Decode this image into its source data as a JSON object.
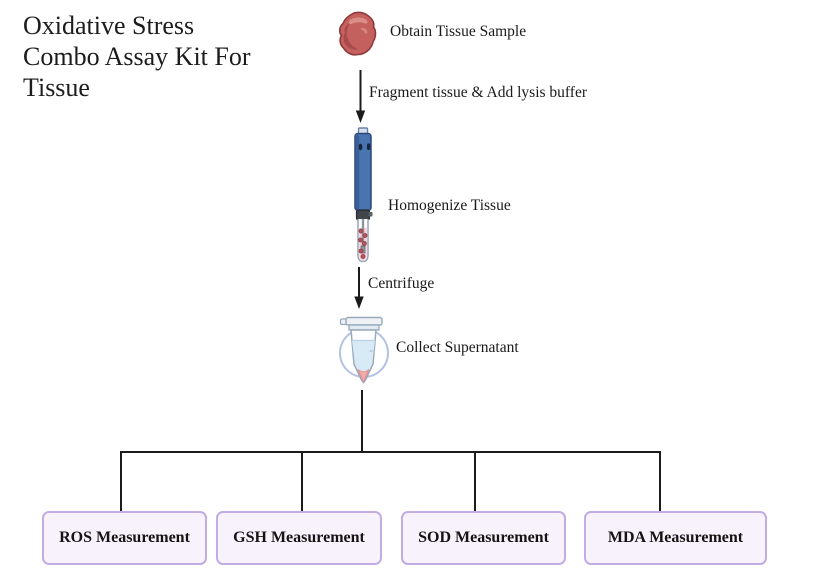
{
  "title": {
    "lines": [
      "Oxidative Stress",
      "Combo Assay Kit For",
      "Tissue"
    ]
  },
  "flow": {
    "obtain_label": "Obtain Tissue Sample",
    "arrow1_label": "Fragment tissue & Add lysis buffer",
    "homogenize_label": "Homogenize Tissue",
    "arrow2_label": "Centrifuge",
    "collect_label": "Collect Supernatant"
  },
  "branches": [
    {
      "label": "ROS Measurement"
    },
    {
      "label": "GSH Measurement"
    },
    {
      "label": "SOD Measurement"
    },
    {
      "label": "MDA Measurement"
    }
  ],
  "icons": {
    "tissue": "tissue-sample-icon",
    "homogenizer": "homogenizer-icon",
    "tube": "microcentrifuge-tube-icon"
  },
  "colors": {
    "line": "#1b1b1b",
    "box_fill": "#f8f2fc",
    "box_border": "#c3abe3",
    "tissue_red": "#c4605e",
    "tissue_dark": "#8d3a3c",
    "homogenizer_blue": "#4a74b0",
    "lysate_pink": "#f6cdd8",
    "supernatant_blue": "#d8eaf5",
    "pellet_pink": "#f8a9a9",
    "halo_blue": "#b5c2e2"
  }
}
